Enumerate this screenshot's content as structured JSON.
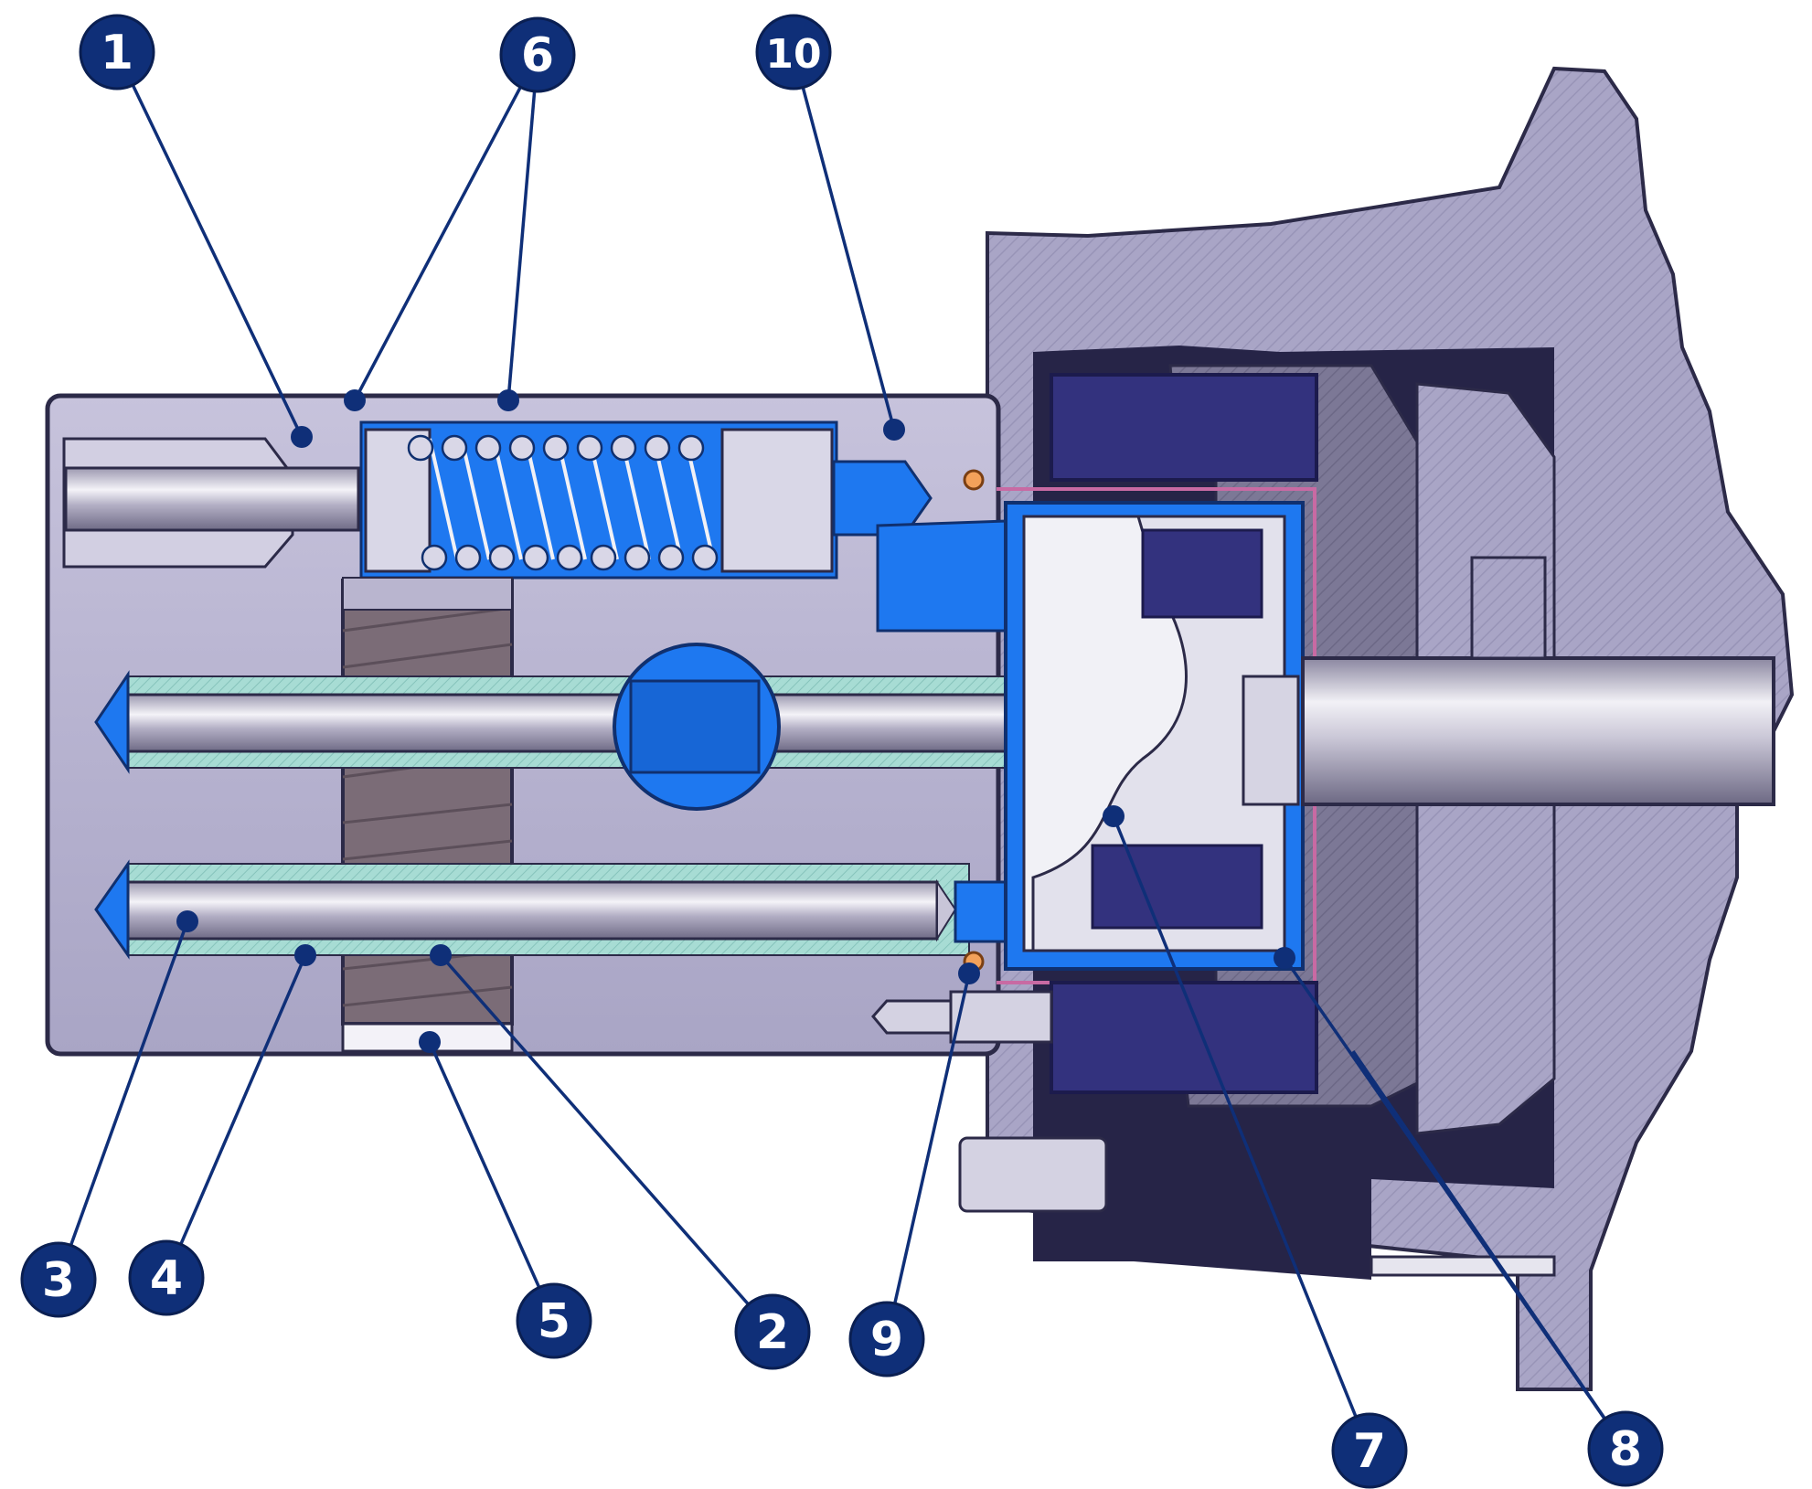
{
  "callouts": [
    {
      "id": "1",
      "label": "1"
    },
    {
      "id": "2",
      "label": "2"
    },
    {
      "id": "3",
      "label": "3"
    },
    {
      "id": "4",
      "label": "4"
    },
    {
      "id": "5",
      "label": "5"
    },
    {
      "id": "6",
      "label": "6"
    },
    {
      "id": "7",
      "label": "7"
    },
    {
      "id": "8",
      "label": "8"
    },
    {
      "id": "9",
      "label": "9"
    },
    {
      "id": "10",
      "label": "10"
    }
  ],
  "colors": {
    "background": "#ffffff",
    "housing": "#b8b4d2",
    "housing_dark": "#8f8bb3",
    "fluid_blue": "#1e78f0",
    "magnet_navy": "#33327e",
    "shaft_silver": "#d9d6e6",
    "bushing_teal": "#9fd6cf",
    "armature_white": "#f1f1f6",
    "gear_brown": "#7b6c77",
    "callout_navy": "#0f2f78",
    "seal_pink": "#c86aa3"
  }
}
